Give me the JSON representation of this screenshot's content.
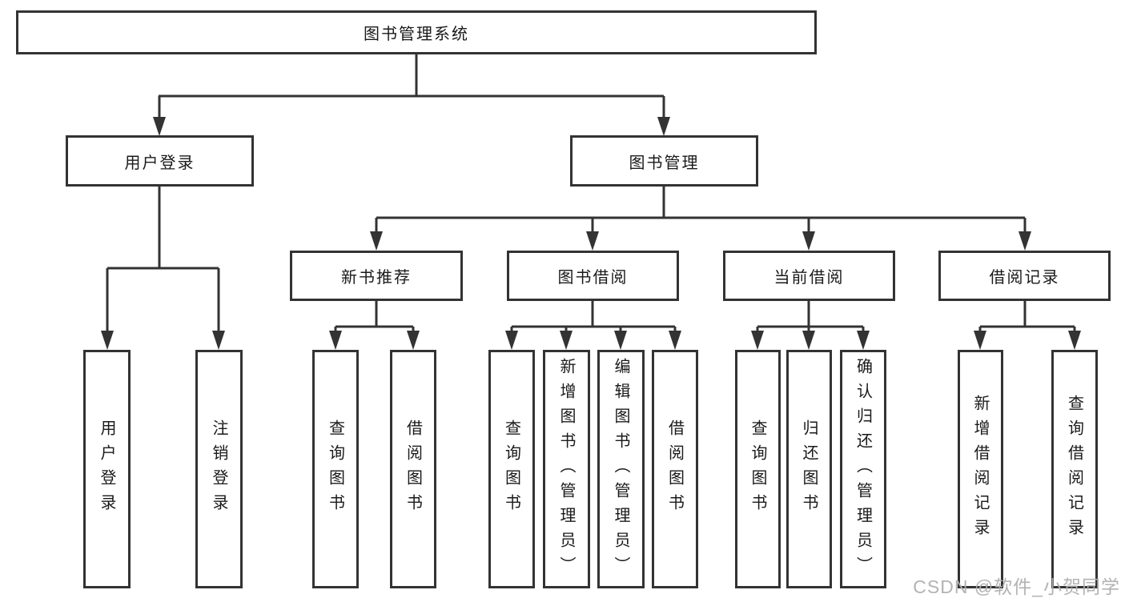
{
  "diagram": {
    "root": {
      "label": "图书管理系统"
    },
    "branches": [
      {
        "label": "用户登录",
        "children": [
          {
            "label": "用户登录"
          },
          {
            "label": "注销登录"
          }
        ]
      },
      {
        "label": "图书管理",
        "children": [
          {
            "label": "新书推荐",
            "children": [
              {
                "label": "查询图书"
              },
              {
                "label": "借阅图书"
              }
            ]
          },
          {
            "label": "图书借阅",
            "children": [
              {
                "label": "查询图书"
              },
              {
                "label": "新增图书（管理员）"
              },
              {
                "label": "编辑图书（管理员）"
              },
              {
                "label": "借阅图书"
              }
            ]
          },
          {
            "label": "当前借阅",
            "children": [
              {
                "label": "查询图书"
              },
              {
                "label": "归还图书"
              },
              {
                "label": "确认归还（管理员）"
              }
            ]
          },
          {
            "label": "借阅记录",
            "children": [
              {
                "label": "新增借阅记录"
              },
              {
                "label": "查询借阅记录"
              }
            ]
          }
        ]
      }
    ]
  },
  "watermark": {
    "text": "CSDN @软件_小贺同学"
  },
  "colors": {
    "line": "#333333",
    "text": "#1a1a1a",
    "background": "#ffffff",
    "watermark": "#afafaf"
  }
}
